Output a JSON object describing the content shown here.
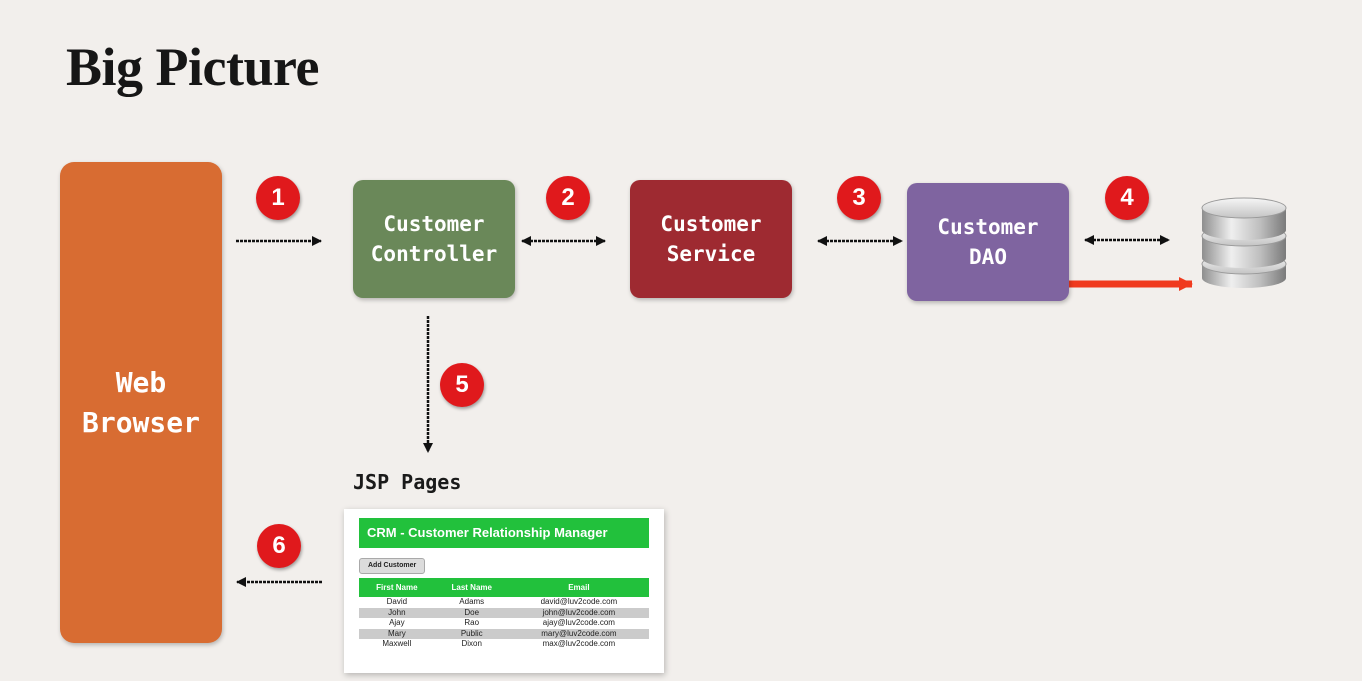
{
  "title": "Big Picture",
  "boxes": {
    "browser": "Web\nBrowser",
    "controller": "Customer\nController",
    "service": "Customer\nService",
    "dao": "Customer\nDAO"
  },
  "steps": [
    "1",
    "2",
    "3",
    "4",
    "5",
    "6"
  ],
  "jsp_label": "JSP Pages",
  "jsp_page": {
    "header": "CRM - Customer Relationship Manager",
    "add_button": "Add Customer",
    "columns": [
      "First Name",
      "Last Name",
      "Email"
    ],
    "rows": [
      [
        "David",
        "Adams",
        "david@luv2code.com"
      ],
      [
        "John",
        "Doe",
        "john@luv2code.com"
      ],
      [
        "Ajay",
        "Rao",
        "ajay@luv2code.com"
      ],
      [
        "Mary",
        "Public",
        "mary@luv2code.com"
      ],
      [
        "Maxwell",
        "Dixon",
        "max@luv2code.com"
      ]
    ]
  },
  "icons": {
    "database": "database-icon"
  },
  "colors": {
    "background": "#f2efec",
    "browser": "#d86c32",
    "controller": "#6a8859",
    "service": "#9e2a31",
    "dao": "#7f64a0",
    "badge": "#e0191c",
    "crm_green": "#22c13c",
    "highlight_arrow": "#f03a1e"
  }
}
